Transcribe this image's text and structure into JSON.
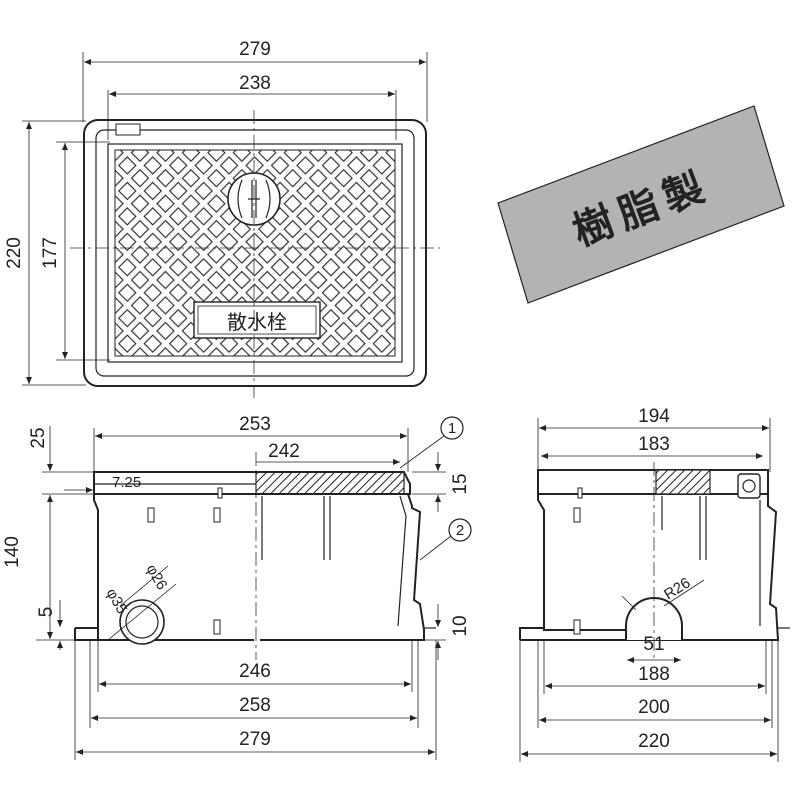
{
  "badge": {
    "label": "樹脂製",
    "fill": "#b3b3b3"
  },
  "lid_label": "散水栓",
  "top_view": {
    "dims": {
      "outer_width": "279",
      "inner_width": "238",
      "outer_height": "220",
      "inner_height": "177"
    }
  },
  "front_view": {
    "dims": {
      "top_outer": "253",
      "top_inner": "242",
      "lip": "25",
      "offset": "7.25",
      "lid_thk": "15",
      "height": "140",
      "base_thk": "5",
      "foot": "10",
      "hole_outer": "φ35",
      "hole_inner": "φ26",
      "bottom_inner": "246",
      "bottom_mid": "258",
      "bottom_outer": "279"
    },
    "callouts": [
      "1",
      "2"
    ]
  },
  "side_view": {
    "dims": {
      "top_outer": "194",
      "top_inner": "183",
      "radius": "R26",
      "notch": "51",
      "bottom_inner": "188",
      "bottom_mid": "200",
      "bottom_outer": "220"
    }
  }
}
